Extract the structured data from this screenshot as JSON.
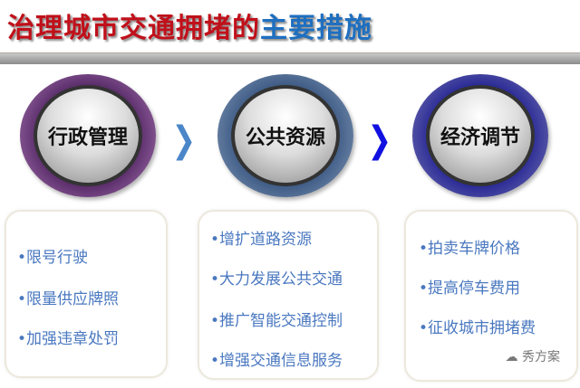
{
  "title": {
    "part1": "治理城市交通拥堵的",
    "part2": "主要措施"
  },
  "colors": {
    "title_red": "#c0101a",
    "title_blue": "#1e6fc0",
    "arrow1": "#4a86c8",
    "arrow2": "#1010e0",
    "item_text": "#4a78c0"
  },
  "steps": [
    {
      "label": "行政管理",
      "items": [
        "•限号行驶",
        "•限量供应牌照",
        "•加强违章处罚"
      ]
    },
    {
      "label": "公共资源",
      "items": [
        "•增扩道路资源",
        "•大力发展公共交通",
        "•推广智能交通控制",
        "•增强交通信息服务"
      ]
    },
    {
      "label": "经济调节",
      "items": [
        "•拍卖车牌价格",
        "•提高停车费用",
        "•征收城市拥堵费"
      ]
    }
  ],
  "arrow_glyph": "❯",
  "watermark": "秀方案"
}
